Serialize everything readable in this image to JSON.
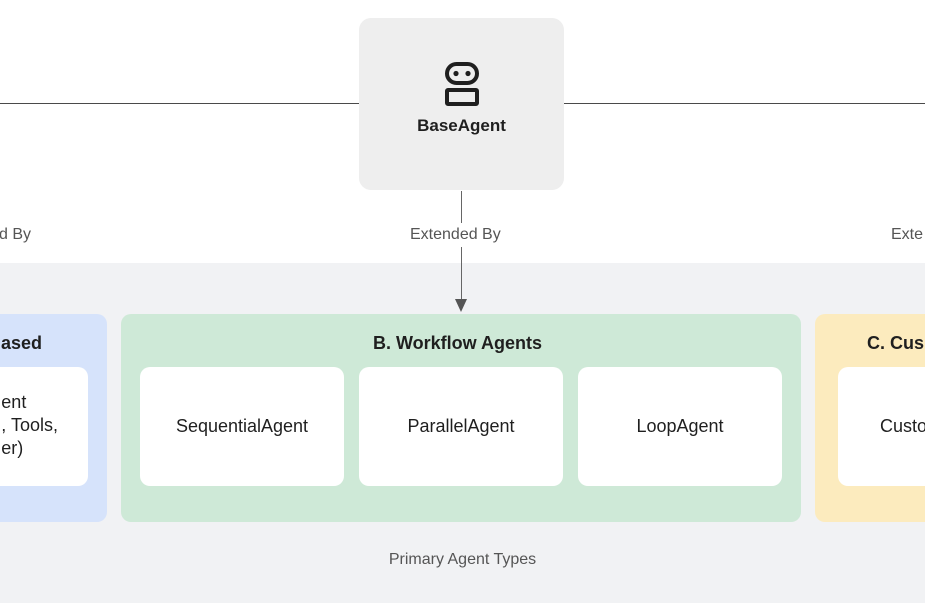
{
  "base_agent": {
    "label": "BaseAgent",
    "icon": "robot-icon"
  },
  "connections": {
    "left_label": "d By",
    "center_label": "Extended By",
    "right_label": "Exte"
  },
  "groups": {
    "a": {
      "title": "ased",
      "card_text": "ent\n, Tools,\ner)"
    },
    "b": {
      "title": "B. Workflow Agents",
      "cards": [
        "SequentialAgent",
        "ParallelAgent",
        "LoopAgent"
      ]
    },
    "c": {
      "title": "C. Cus",
      "card_text": "Custo"
    }
  },
  "footer": {
    "label": "Primary Agent Types"
  },
  "colors": {
    "panel_a": "#d6e3fb",
    "panel_b": "#cee9d7",
    "panel_c": "#fcebbe",
    "band": "#f1f2f4",
    "base_card": "#eeeeee"
  }
}
